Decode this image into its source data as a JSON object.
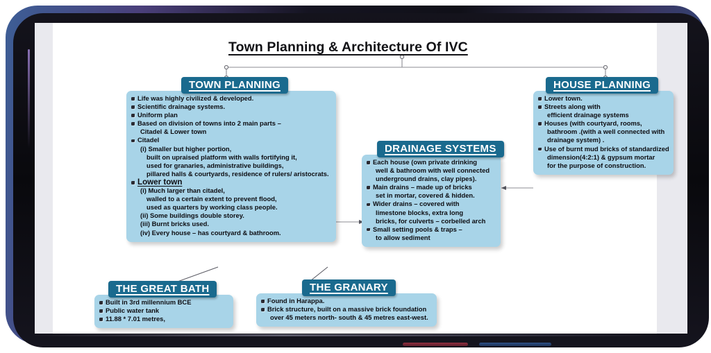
{
  "device": {
    "buttons": [
      {
        "name": "power-button"
      },
      {
        "name": "volume-button"
      }
    ]
  },
  "document": {
    "title": "Town Planning & Architecture Of IVC",
    "nodes": [
      {
        "id": "town-planning",
        "header": "TOWN PLANNING",
        "lines": [
          {
            "type": "bullet",
            "text": "Life was highly civilized & developed."
          },
          {
            "type": "bullet",
            "text": "Scientific drainage systems."
          },
          {
            "type": "bullet",
            "text": "Uniform plan"
          },
          {
            "type": "bullet",
            "text": "Based on division of towns into 2 main parts –"
          },
          {
            "type": "cont",
            "text": "Citadel & Lower town"
          },
          {
            "type": "bullet",
            "text": "Citadel"
          },
          {
            "type": "cont",
            "text": "(i) Smaller but higher portion,"
          },
          {
            "type": "cont2",
            "text": "built on upraised platform with walls fortifying it,"
          },
          {
            "type": "cont2",
            "text": "used for granaries, administrative buildings,"
          },
          {
            "type": "cont2",
            "text": "pillared halls & courtyards, residence of rulers/ aristocrats."
          },
          {
            "type": "underline",
            "text": "Lower town"
          },
          {
            "type": "cont",
            "text": "(i) Much larger than citadel,"
          },
          {
            "type": "cont2",
            "text": "walled to a certain extent to prevent flood,"
          },
          {
            "type": "cont2",
            "text": "used as quarters by working class people."
          },
          {
            "type": "cont",
            "text": "(ii) Some buildings double storey."
          },
          {
            "type": "cont",
            "text": "(iii) Burnt bricks used."
          },
          {
            "type": "cont",
            "text": "(iv) Every house – has courtyard & bathroom."
          }
        ]
      },
      {
        "id": "house-planning",
        "header": "HOUSE PLANNING",
        "lines": [
          {
            "type": "bullet",
            "text": "Lower town."
          },
          {
            "type": "bullet",
            "text": "Streets along with"
          },
          {
            "type": "cont",
            "text": "efficient drainage systems"
          },
          {
            "type": "bullet",
            "text": "Houses (with courtyard, rooms,"
          },
          {
            "type": "cont",
            "text": "bathroom .(with a well connected with"
          },
          {
            "type": "cont",
            "text": "drainage system) ."
          },
          {
            "type": "bullet",
            "text": "Use of burnt mud bricks of standardized"
          },
          {
            "type": "cont",
            "text": "dimension(4:2:1) & gypsum mortar"
          },
          {
            "type": "cont",
            "text": "for the purpose of construction."
          }
        ]
      },
      {
        "id": "drainage-systems",
        "header": "DRAINAGE SYSTEMS",
        "lines": [
          {
            "type": "bullet",
            "text": "Each house (own private drinking"
          },
          {
            "type": "cont",
            "text": "well & bathroom with well connected"
          },
          {
            "type": "cont",
            "text": "underground drains, clay pipes)."
          },
          {
            "type": "bullet",
            "text": "Main drains – made up of bricks"
          },
          {
            "type": "cont",
            "text": "set in mortar, covered & hidden."
          },
          {
            "type": "bullet",
            "text": "Wider drains – covered with"
          },
          {
            "type": "cont",
            "text": "limestone blocks, extra long"
          },
          {
            "type": "cont",
            "text": "bricks, for culverts – corbelled arch"
          },
          {
            "type": "bullet",
            "text": "Small setting pools & traps –"
          },
          {
            "type": "cont",
            "text": "to allow sediment"
          }
        ]
      },
      {
        "id": "the-great-bath",
        "header": "THE GREAT BATH",
        "lines": [
          {
            "type": "bullet",
            "text": "Built in 3rd millennium BCE"
          },
          {
            "type": "bullet",
            "text": "Public water tank"
          },
          {
            "type": "bullet",
            "text": "11.88 * 7.01 metres,"
          }
        ]
      },
      {
        "id": "the-granary",
        "header": "THE GRANARY",
        "lines": [
          {
            "type": "bullet",
            "text": "Found in Harappa."
          },
          {
            "type": "bullet",
            "text": "Brick structure, built on a massive brick foundation"
          },
          {
            "type": "cont",
            "text": "over 45 meters north- south & 45 metres east-west."
          }
        ]
      }
    ]
  }
}
